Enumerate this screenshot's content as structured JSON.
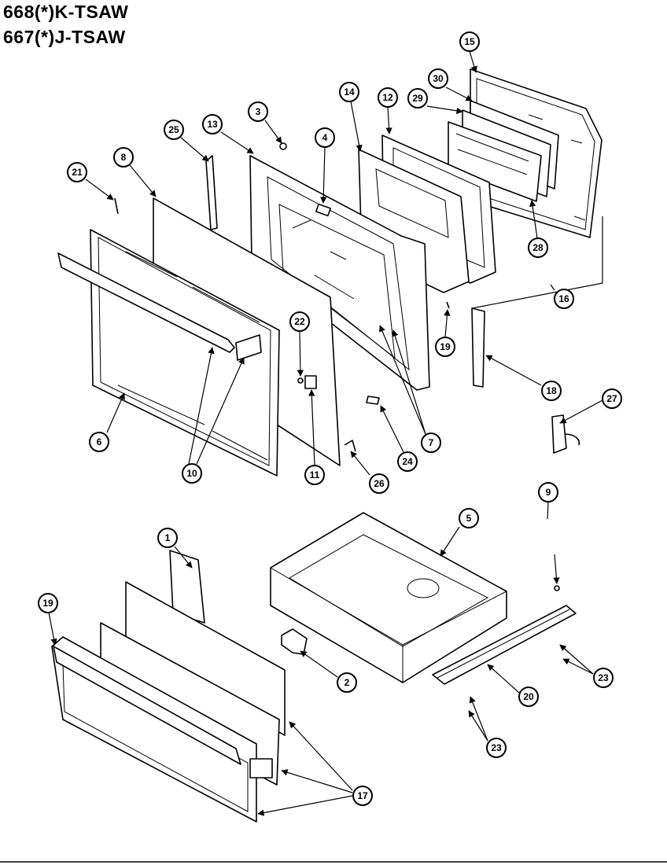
{
  "titles": [
    "668(*)K-TSAW",
    "667(*)J-TSAW"
  ],
  "callouts": [
    "15",
    "30",
    "29",
    "14",
    "12",
    "3",
    "25",
    "13",
    "4",
    "8",
    "21",
    "28",
    "16",
    "22",
    "19",
    "18",
    "6",
    "10",
    "11",
    "26",
    "24",
    "7",
    "27",
    "9",
    "1",
    "5",
    "19",
    "2",
    "20",
    "23",
    "23",
    "17"
  ]
}
